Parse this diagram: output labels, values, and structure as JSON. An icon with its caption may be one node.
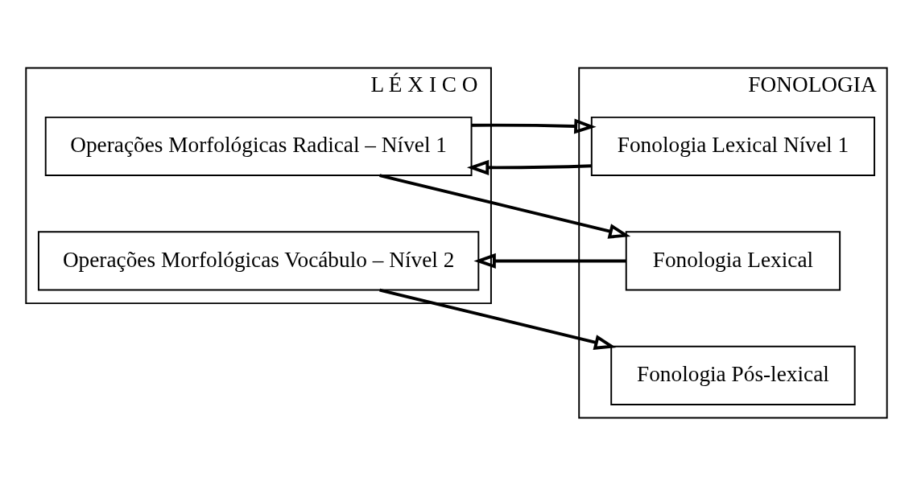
{
  "diagram": {
    "nodes": [
      {
        "text": [
          "L É X I C O"
        ]
      },
      {
        "text": [
          "Operações Morfológicas Radical – Nível 1"
        ],
        "in": 0
      },
      {
        "text": [
          "FONOLOGIA"
        ]
      },
      {
        "text": [
          "Fonologia Lexical Nível 1"
        ],
        "in": 2
      },
      {
        "text": [
          "Operações Morfológicas Vocábulo – Nível 2"
        ],
        "in": 0
      },
      {
        "text": [
          "Fonologia Lexical"
        ],
        "in": 2
      },
      {
        "text": [
          "Fonologia Pós-lexical"
        ],
        "in": 2
      }
    ],
    "edges": [
      {
        "from": 1,
        "to": 3,
        "arrow": "to"
      },
      {
        "from": 3,
        "to": 1,
        "arrow": "to"
      },
      {
        "from": 1,
        "to": 5,
        "arrow": "to"
      },
      {
        "from": 5,
        "to": 4,
        "arrow": "to"
      },
      {
        "from": 4,
        "to": 6,
        "arrow": "to"
      }
    ]
  }
}
